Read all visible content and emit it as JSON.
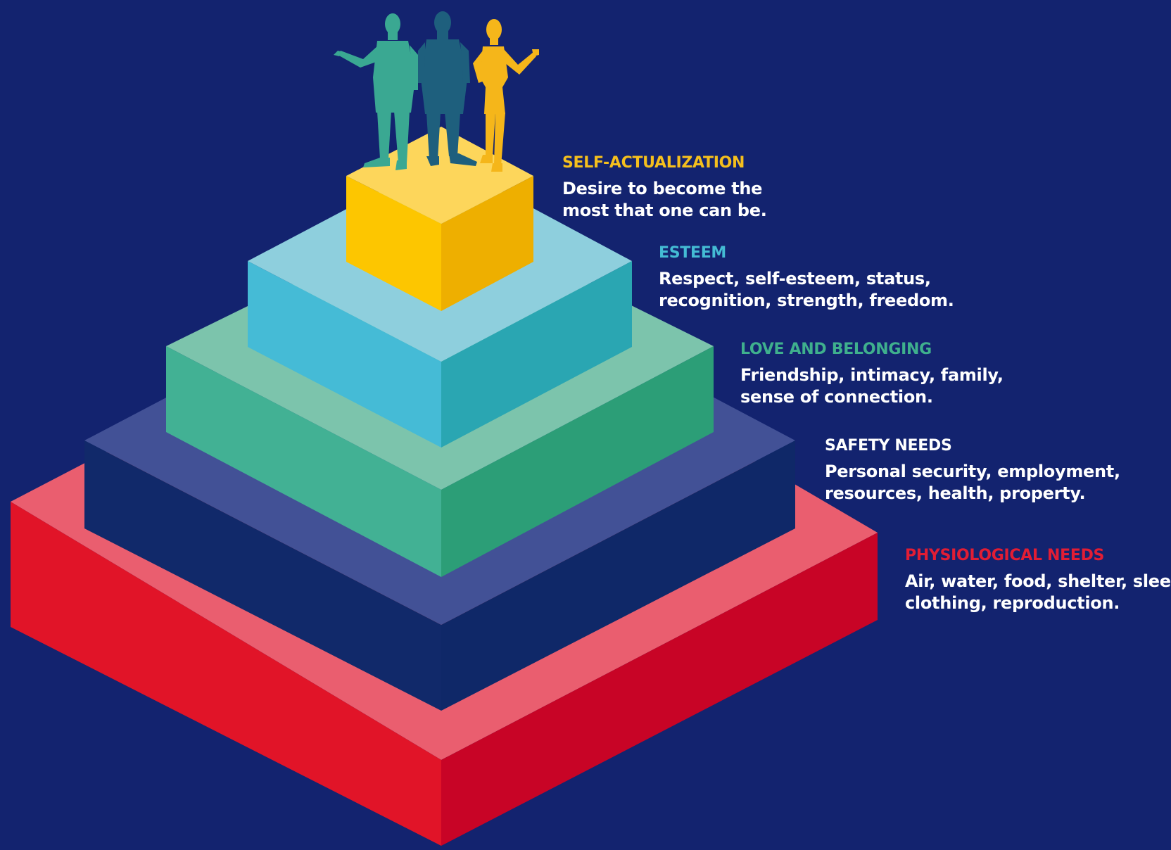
{
  "levels": [
    {
      "title": "SELF-ACTUALIZATION",
      "description_lines": [
        "Desire to become the",
        "most that one can be."
      ],
      "title_color": "#f5bf1d",
      "colors": {
        "top": "#fdd65b",
        "left": "#fdc600",
        "right": "#eeaf00"
      }
    },
    {
      "title": "ESTEEM",
      "description_lines": [
        "Respect, self-esteem, status,",
        "recognition, strength, freedom."
      ],
      "title_color": "#44bbd4",
      "colors": {
        "top": "#8ecfdd",
        "left": "#45bbd6",
        "right": "#2aa6b2"
      }
    },
    {
      "title": "LOVE AND BELONGING",
      "description_lines": [
        "Friendship, intimacy, family,",
        "sense of connection."
      ],
      "title_color": "#3fb08d",
      "colors": {
        "top": "#7cc4ac",
        "left": "#42b194",
        "right": "#2c9e77"
      }
    },
    {
      "title": "SAFETY NEEDS",
      "description_lines": [
        "Personal security, employment,",
        "resources, health, property."
      ],
      "title_color": "#ffffff",
      "colors": {
        "top": "#425196",
        "left": "#11296a",
        "right": "#0f2868"
      }
    },
    {
      "title": "PHYSIOLOGICAL NEEDS",
      "description_lines": [
        "Air, water, food, shelter, sleep,",
        "clothing, reproduction."
      ],
      "title_color": "#e21d34",
      "colors": {
        "top": "#ea5e6f",
        "left": "#e11428",
        "right": "#c80426"
      }
    }
  ],
  "figures": [
    {
      "name": "man-left-silhouette",
      "color": "#3aa892"
    },
    {
      "name": "man-center-silhouette",
      "color": "#1e5f7d"
    },
    {
      "name": "woman-right-silhouette",
      "color": "#f5b61a"
    }
  ],
  "background": "#13236f"
}
